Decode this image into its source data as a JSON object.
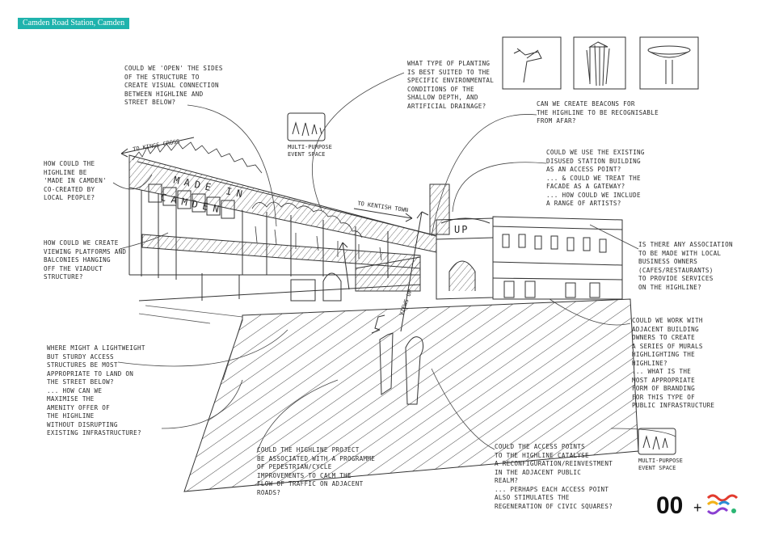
{
  "header": {
    "tag": "Camden Road Station, Camden"
  },
  "notes": {
    "open_sides": "Could we 'open' the sides\nof the structure to\ncreate visual connection\nbetween highline and\nstreet below?",
    "planting": "What type of planting\nis best suited to the\nspecific environmental\nconditions of the\nshallow depth, and\nartificial drainage?",
    "beacons": "Can we create beacons for\nthe highline to be recognisable\nfrom afar?",
    "station": "Could we use the existing\ndisused station building\nas an access point?\n... & could we treat the\nfacade as a gateway?\n... how could we include\na range of artists?",
    "made_in_camden": "How could the\nhighline be\n'made in camden'\nco-created by\nlocal people?",
    "platforms": "How could we create\nviewing platforms and\nbalconies hanging\noff the viaduct\nstructure?",
    "business": "Is there any association\nto be made with local\nbusiness owners\n(cafes/restaurants)\nto provide services\non the highline?",
    "murals": "Could we work with\nadjacent building\nowners to create\na series of murals\nhighlighting the\nhighline?\n... what is the\nmost appropriate\nform of branding\nfor this type of\npublic infrastructure",
    "access": "Where might a lightweight\nbut sturdy access\nstructures be most\nappropriate to land on\nthe street below?\n... how can we\nmaximise the\namenity offer of\nthe highline\nwithout disrupting\nexisting infrastructure?",
    "traffic": "Could the highline project\nbe associated with a programme\nof pedestrian/cycle\nimprovements to calm the\nflow of traffic on adjacent\nroads?",
    "catalyse": "Could the access points\nto the highline catalyse\na reconfiguration/reinvestment\nin the adjacent public\nrealm?\n... perhaps each access point\nalso stimulates the\nregeneration of civic squares?"
  },
  "labels": {
    "event_space_1": "Multi-purpose\nevent space",
    "event_space_2": "Multi-purpose\nevent space",
    "to_kings_cross": "To Kings Cross",
    "to_kentish_town": "To Kentish Town",
    "views_up": "Views up",
    "made_in": "MADE IN",
    "camden": "CAMDEN",
    "up": "UP"
  },
  "footer": {
    "logo_num": "00",
    "logo_plus": "+"
  }
}
